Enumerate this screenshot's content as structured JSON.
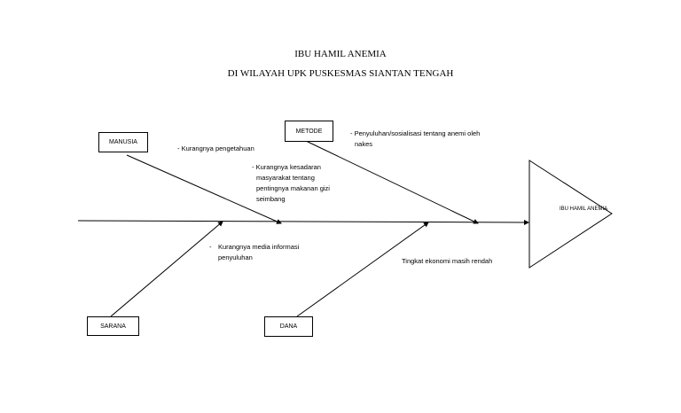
{
  "title": {
    "line1": "IBU HAMIL ANEMIA",
    "line2": "DI WILAYAH UPK PUSKESMAS SIANTAN TENGAH"
  },
  "head_label": "IBU HAMIL ANEMIA",
  "categories": {
    "manusia": "MANUSIA",
    "metode": "METODE",
    "sarana": "SARANA",
    "dana": "DANA"
  },
  "causes": {
    "pengetahuan": "- Kurangnya pengetahuan",
    "kesadaran_line1": "- Kurangnya kesadaran",
    "kesadaran_line2": "masyarakat tentang",
    "kesadaran_line3": "pentingnya makanan gizi",
    "kesadaran_line4": "seimbang",
    "penyuluhan_line1": "- Penyuluhan/sosialisasi tentang anemi oleh",
    "penyuluhan_line2": "nakes",
    "media_line1": "-",
    "media_line1b": "Kurangnya media informasi",
    "media_line2": "penyuluhan",
    "ekonomi": "Tingkat ekonomi masih rendah"
  },
  "colors": {
    "line": "#000000",
    "background": "#ffffff"
  }
}
